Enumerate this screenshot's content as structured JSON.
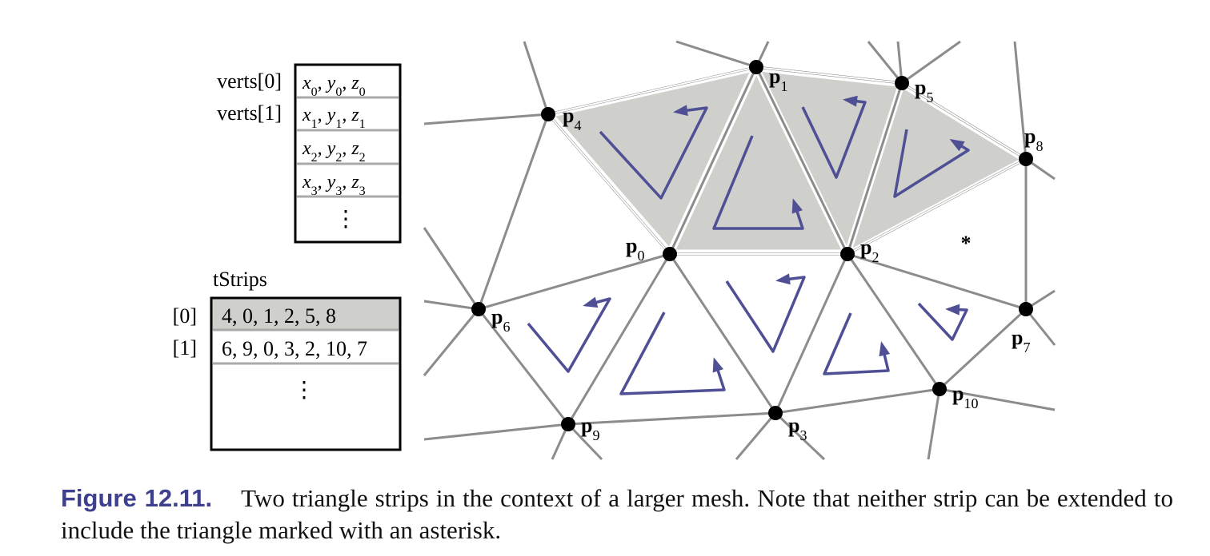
{
  "verts": {
    "labels": [
      "verts[0]",
      "verts[1]"
    ],
    "rows": [
      [
        {
          "v": "x",
          "s": "0"
        },
        {
          "v": "y",
          "s": "0"
        },
        {
          "v": "z",
          "s": "0"
        }
      ],
      [
        {
          "v": "x",
          "s": "1"
        },
        {
          "v": "y",
          "s": "1"
        },
        {
          "v": "z",
          "s": "1"
        }
      ],
      [
        {
          "v": "x",
          "s": "2"
        },
        {
          "v": "y",
          "s": "2"
        },
        {
          "v": "z",
          "s": "2"
        }
      ],
      [
        {
          "v": "x",
          "s": "3"
        },
        {
          "v": "y",
          "s": "3"
        },
        {
          "v": "z",
          "s": "3"
        }
      ]
    ],
    "ellipsis": "⋮"
  },
  "tstrips": {
    "title": "tStrips",
    "labels": [
      "[0]",
      "[1]"
    ],
    "rows": [
      "4, 0, 1, 2, 5, 8",
      "6, 9, 0, 3, 2, 10, 7"
    ],
    "ellipsis": "⋮"
  },
  "mesh": {
    "points": [
      {
        "id": "p0",
        "base": "p",
        "sub": "0"
      },
      {
        "id": "p1",
        "base": "p",
        "sub": "1"
      },
      {
        "id": "p2",
        "base": "p",
        "sub": "2"
      },
      {
        "id": "p3",
        "base": "p",
        "sub": "3"
      },
      {
        "id": "p4",
        "base": "p",
        "sub": "4"
      },
      {
        "id": "p5",
        "base": "p",
        "sub": "5"
      },
      {
        "id": "p6",
        "base": "p",
        "sub": "6"
      },
      {
        "id": "p7",
        "base": "p",
        "sub": "7"
      },
      {
        "id": "p8",
        "base": "p",
        "sub": "8"
      },
      {
        "id": "p9",
        "base": "p",
        "sub": "9"
      },
      {
        "id": "p10",
        "base": "p",
        "sub": "10"
      }
    ],
    "strips": [
      {
        "name": "strip-0",
        "indices": [
          4,
          0,
          1,
          2,
          5,
          8
        ],
        "fill": "#cfcfcc"
      },
      {
        "name": "strip-1",
        "indices": [
          6,
          9,
          0,
          3,
          2,
          10,
          7
        ],
        "fill": "#ffffff"
      }
    ],
    "asterisk": "*",
    "colors": {
      "edge": "#8c8c8c",
      "arrow": "#4f4f95",
      "point": "#000000",
      "highlight": "#cfcfcc"
    }
  },
  "caption": {
    "label": "Figure 12.11.",
    "text": "Two triangle strips in the context of a larger mesh. Note that neither strip can be extended to include the triangle marked with an asterisk."
  }
}
